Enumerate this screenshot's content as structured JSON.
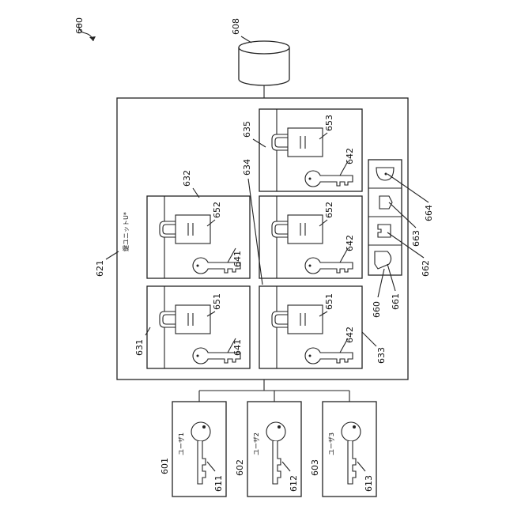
{
  "figure_ref": "600",
  "database": {
    "ref": "608"
  },
  "unit": {
    "ref": "621",
    "label": "鍵ユニットU*"
  },
  "compartments": [
    {
      "ref": "631",
      "lock_ref": "651",
      "key_ref": "641"
    },
    {
      "ref": "632",
      "lock_ref": "652",
      "key_ref": "641"
    },
    {
      "ref": "633",
      "lock_ref": "651",
      "key_ref": "642"
    },
    {
      "ref": "634",
      "lock_ref": "652",
      "key_ref": "642"
    },
    {
      "ref": "635",
      "lock_ref": "653",
      "key_ref": "642"
    }
  ],
  "key_parts_panel": {
    "ref": "660",
    "parts": [
      {
        "ref": "661"
      },
      {
        "ref": "662"
      },
      {
        "ref": "663"
      },
      {
        "ref": "664"
      }
    ]
  },
  "users": [
    {
      "ref": "601",
      "label": "ユーザ1",
      "key_ref": "611"
    },
    {
      "ref": "602",
      "label": "ユーザ2",
      "key_ref": "612"
    },
    {
      "ref": "603",
      "label": "ユーザ3",
      "key_ref": "613"
    }
  ]
}
